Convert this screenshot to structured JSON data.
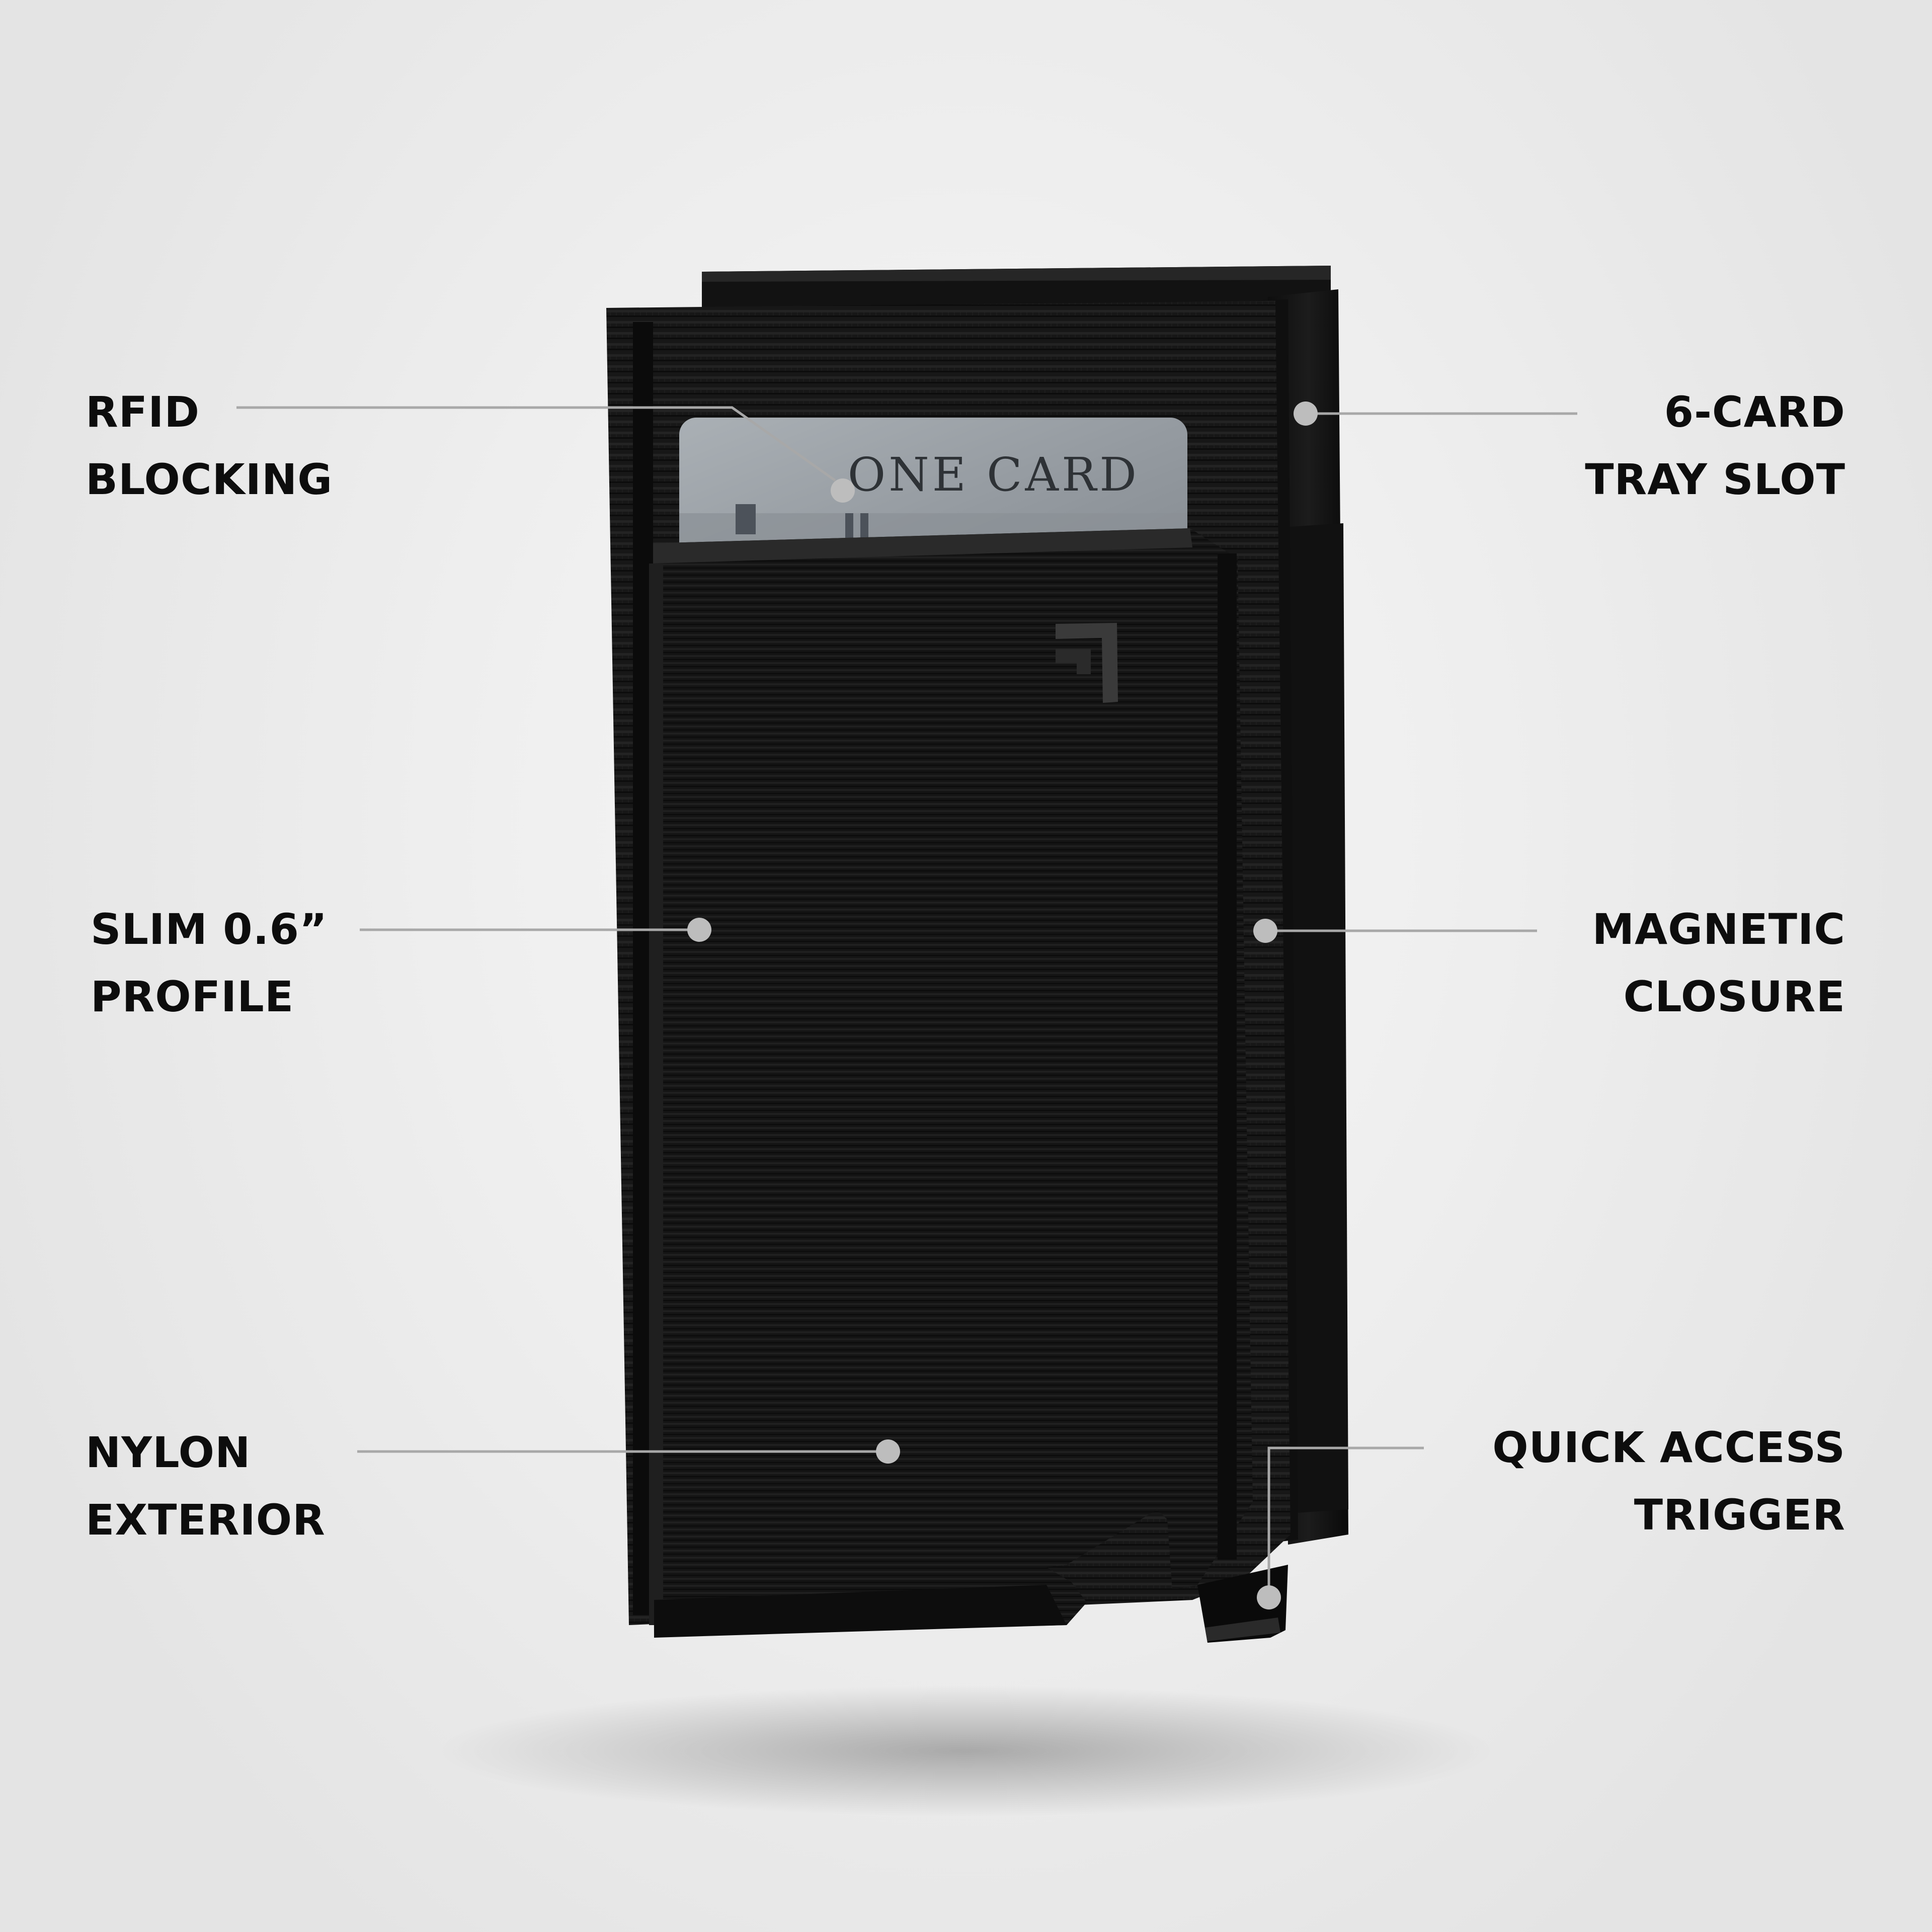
{
  "product": {
    "card_brand": "ONE CARD"
  },
  "callouts": [
    {
      "line1": "RFID",
      "line2": "BLOCKING"
    },
    {
      "line1": "SLIM 0.6”",
      "line2": "PROFILE"
    },
    {
      "line1": "NYLON",
      "line2": "EXTERIOR"
    },
    {
      "line1": "6-CARD",
      "line2": "TRAY SLOT"
    },
    {
      "line1": "MAGNETIC",
      "line2": "CLOSURE"
    },
    {
      "line1": "QUICK ACCESS",
      "line2": "TRIGGER"
    }
  ],
  "colors": {
    "background": "#efefef",
    "label_text": "#0d0d0d",
    "leader_line": "#a8a8a8",
    "wallet_fabric": "#161616",
    "card_metal": "#9ea4a9"
  }
}
